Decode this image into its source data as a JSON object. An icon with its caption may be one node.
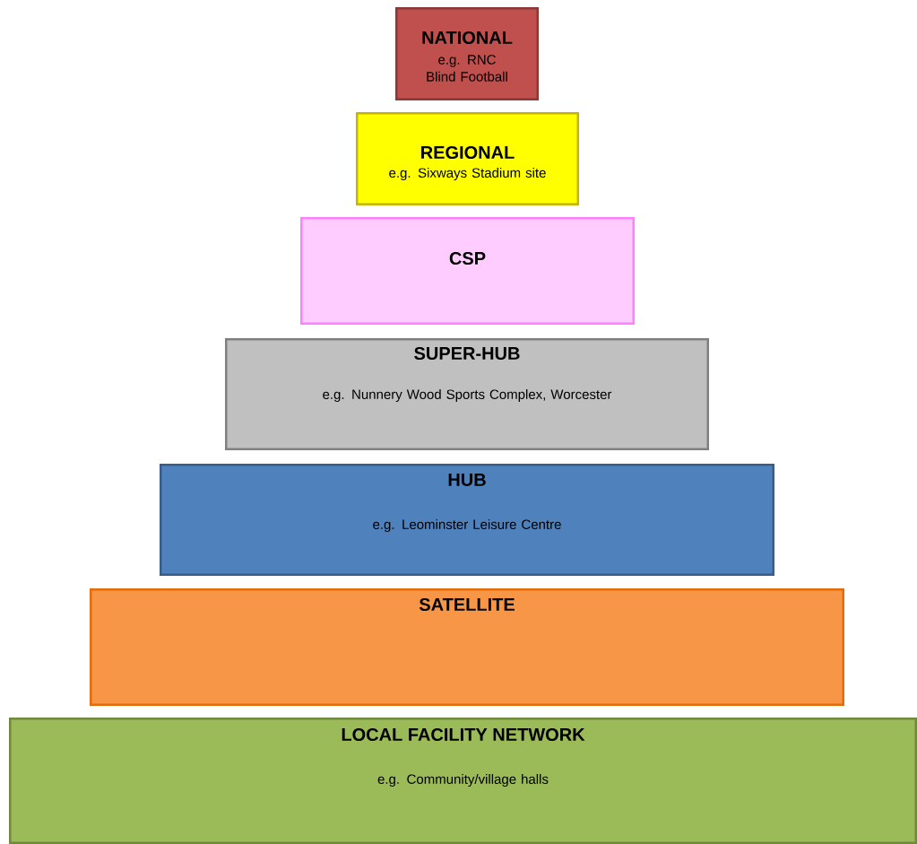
{
  "diagram": {
    "nodes": [
      {
        "text": [
          "NATIONAL",
          "e.g. RNC Blind Football"
        ]
      },
      {
        "text": [
          "REGIONAL",
          "e.g. Sixways Stadium site"
        ]
      },
      {
        "text": [
          "CSP"
        ]
      },
      {
        "text": [
          "SUPER-HUB",
          "e.g. Nunnery Wood Sports Complex, Worcester"
        ]
      },
      {
        "text": [
          "HUB",
          "e.g. Leominster Leisure Centre"
        ]
      },
      {
        "text": [
          "SATELLITE"
        ]
      },
      {
        "text": [
          "LOCAL FACILITY NETWORK",
          "e.g. Community/village halls"
        ]
      }
    ]
  }
}
